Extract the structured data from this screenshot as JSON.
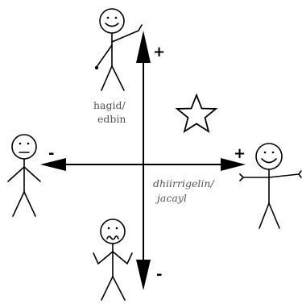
{
  "vertical_axis": {
    "top_sign": "+",
    "bottom_sign": "-",
    "label_line1": "hagid/",
    "label_line2": "edbin"
  },
  "horizontal_axis": {
    "left_sign": "-",
    "right_sign": "+",
    "label_line1": "dhiirrigelin/",
    "label_line2": "jacayl"
  },
  "figures": {
    "top": {
      "mood": "happy",
      "pose": "waving"
    },
    "left": {
      "mood": "neutral",
      "pose": "arms-down"
    },
    "bottom": {
      "mood": "sad",
      "pose": "shrugging"
    },
    "right": {
      "mood": "happy",
      "pose": "arms-out"
    }
  },
  "marker": {
    "icon": "star-icon"
  },
  "colors": {
    "line": "#000000",
    "label_text": "#555555",
    "background": "#ffffff"
  }
}
